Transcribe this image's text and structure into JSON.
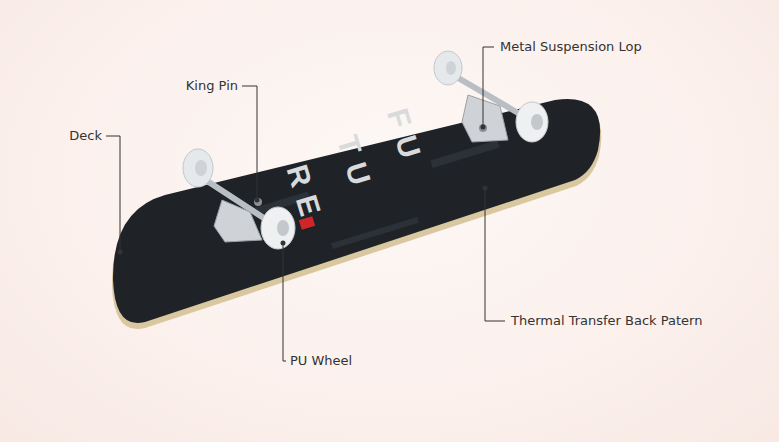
{
  "diagram": {
    "labels": [
      "Metal Suspension Lop",
      "King Pin",
      "Deck",
      "Thermal Transfer Back Patern",
      "PU Wheel",
      "FU",
      "TU",
      "RE"
    ]
  }
}
